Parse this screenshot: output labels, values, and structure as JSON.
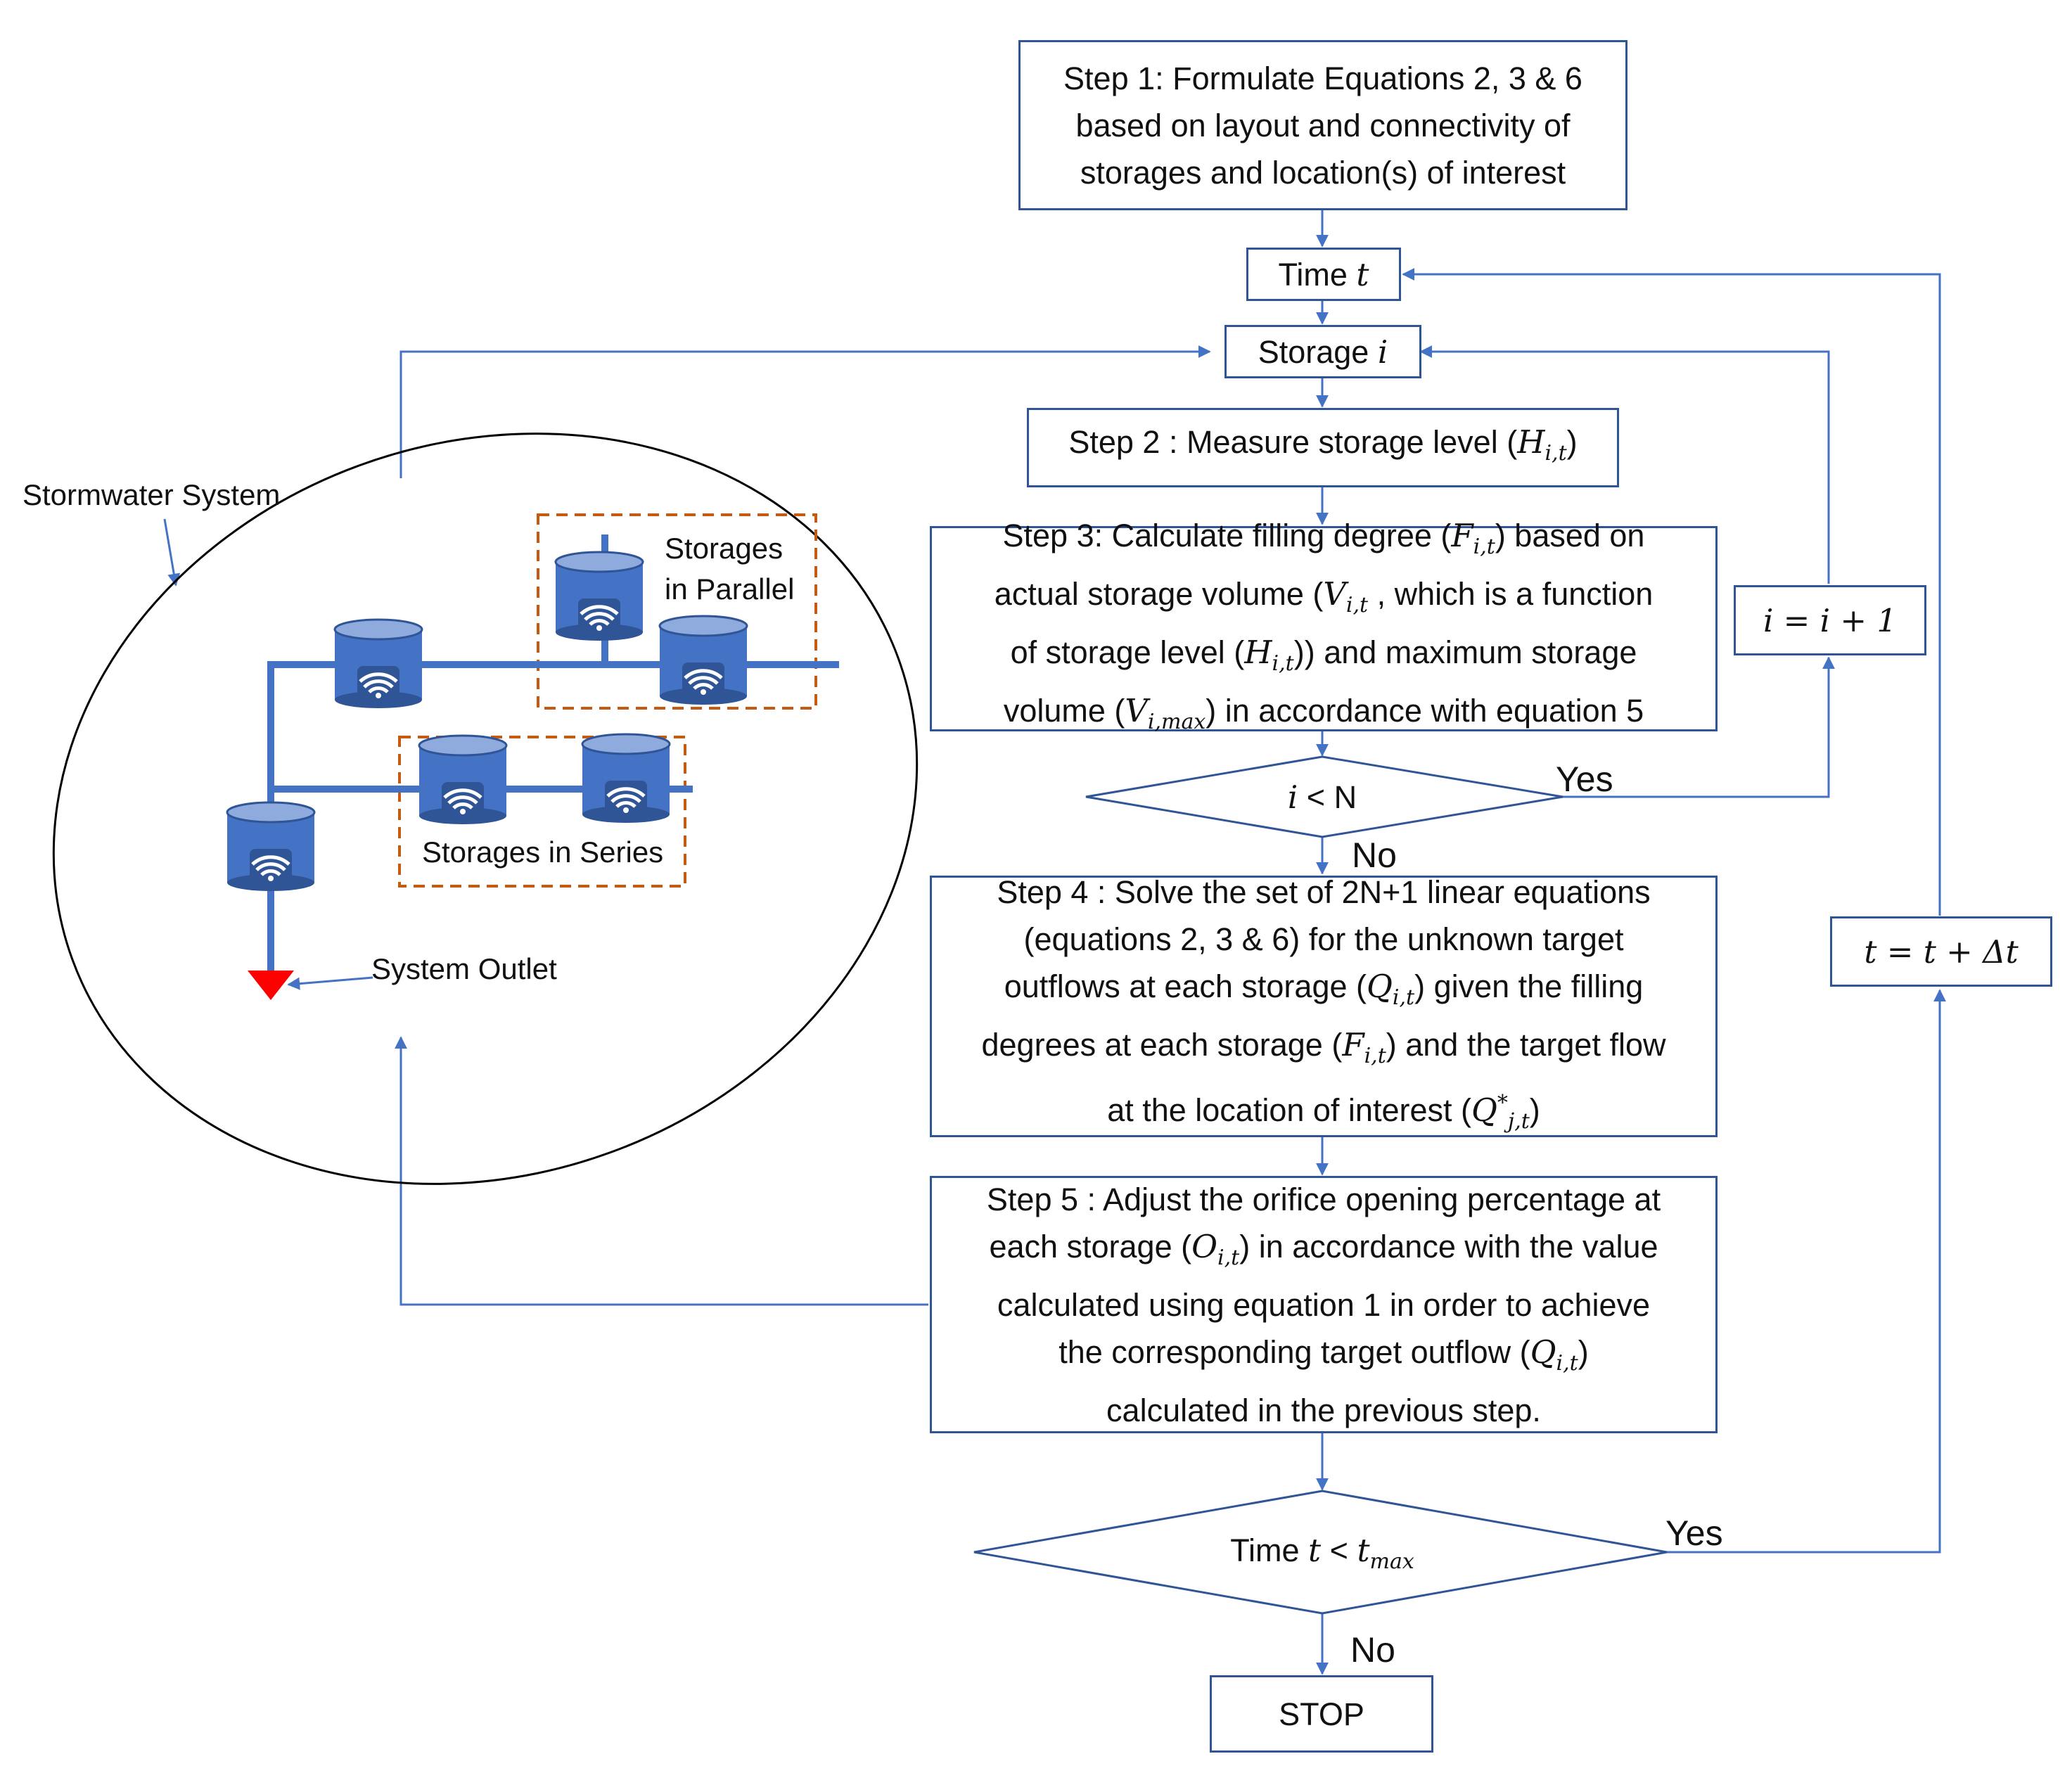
{
  "colors": {
    "flow_line": "#4472C4",
    "box_border": "#2F5597",
    "pipe": "#4472C4",
    "tank": "#4472C4",
    "dash_group": "#C55A11",
    "outlet": "#FF0000"
  },
  "steps": {
    "step1": [
      "Step 1: Formulate Equations 2, 3 & 6",
      "based on layout and connectivity of",
      "storages and location(s) of interest"
    ],
    "time": {
      "label": "Time",
      "var": "t"
    },
    "storage": {
      "label": "Storage",
      "var": "i"
    },
    "step2": {
      "pre": "Step 2 : Measure storage level (",
      "var": "H",
      "sub": "i,t",
      "post": ")"
    },
    "step3": {
      "l1a": "Step 3: Calculate filling degree (",
      "l1v": "F",
      "l1s": "i,t",
      "l1b": ") based on",
      "l2a": "actual storage volume (",
      "l2v": "V",
      "l2s": "i,t",
      "l2b": " , which is a function",
      "l3a": "of storage level (",
      "l3v": "H",
      "l3s": "i,t",
      "l3b": ")) and maximum storage",
      "l4a": "volume (",
      "l4v": "V",
      "l4s": "i,max",
      "l4b": ") in accordance with equation 5"
    },
    "decision1": {
      "var": "i",
      "rest": " < N"
    },
    "increment_i": "i = i + 1",
    "step4": {
      "l1": "Step 4 : Solve the set of 2N+1 linear equations",
      "l2": "(equations 2, 3 & 6) for the unknown target",
      "l3a": "outflows at each storage (",
      "l3v": "Q",
      "l3s": "i,t",
      "l3b": ") given the filling",
      "l4a": "degrees at each storage (",
      "l4v": "F",
      "l4s": "i,t",
      "l4b": ") and the target flow",
      "l5a": "at the location of interest (",
      "l5v": "Q",
      "l5sup": "*",
      "l5s": "j,t",
      "l5b": ")"
    },
    "increment_t": "t = t + Δt",
    "step5": {
      "l1": "Step 5 : Adjust the orifice opening percentage at",
      "l2a": "each storage (",
      "l2v": "O",
      "l2s": "i,t",
      "l2b": ") in accordance with the value",
      "l3": "calculated using equation 1 in order to achieve",
      "l4a": "the corresponding target outflow (",
      "l4v": "Q",
      "l4s": "i,t",
      "l4b": ")",
      "l5": "calculated in the previous step."
    },
    "decision2": {
      "label": "Time",
      "var": "t",
      "op": " < ",
      "var2": "t",
      "sub2": "max"
    },
    "stop": "STOP",
    "yes1": "Yes",
    "no1": "No",
    "yes2": "Yes",
    "no2": "No"
  },
  "system": {
    "title": "Stormwater System",
    "parallel_l1": "Storages",
    "parallel_l2": "in Parallel",
    "series": "Storages in Series",
    "outlet": "System Outlet"
  },
  "icons": {
    "tank": "wifi-tank-icon",
    "outlet": "outlet-triangle-icon"
  }
}
